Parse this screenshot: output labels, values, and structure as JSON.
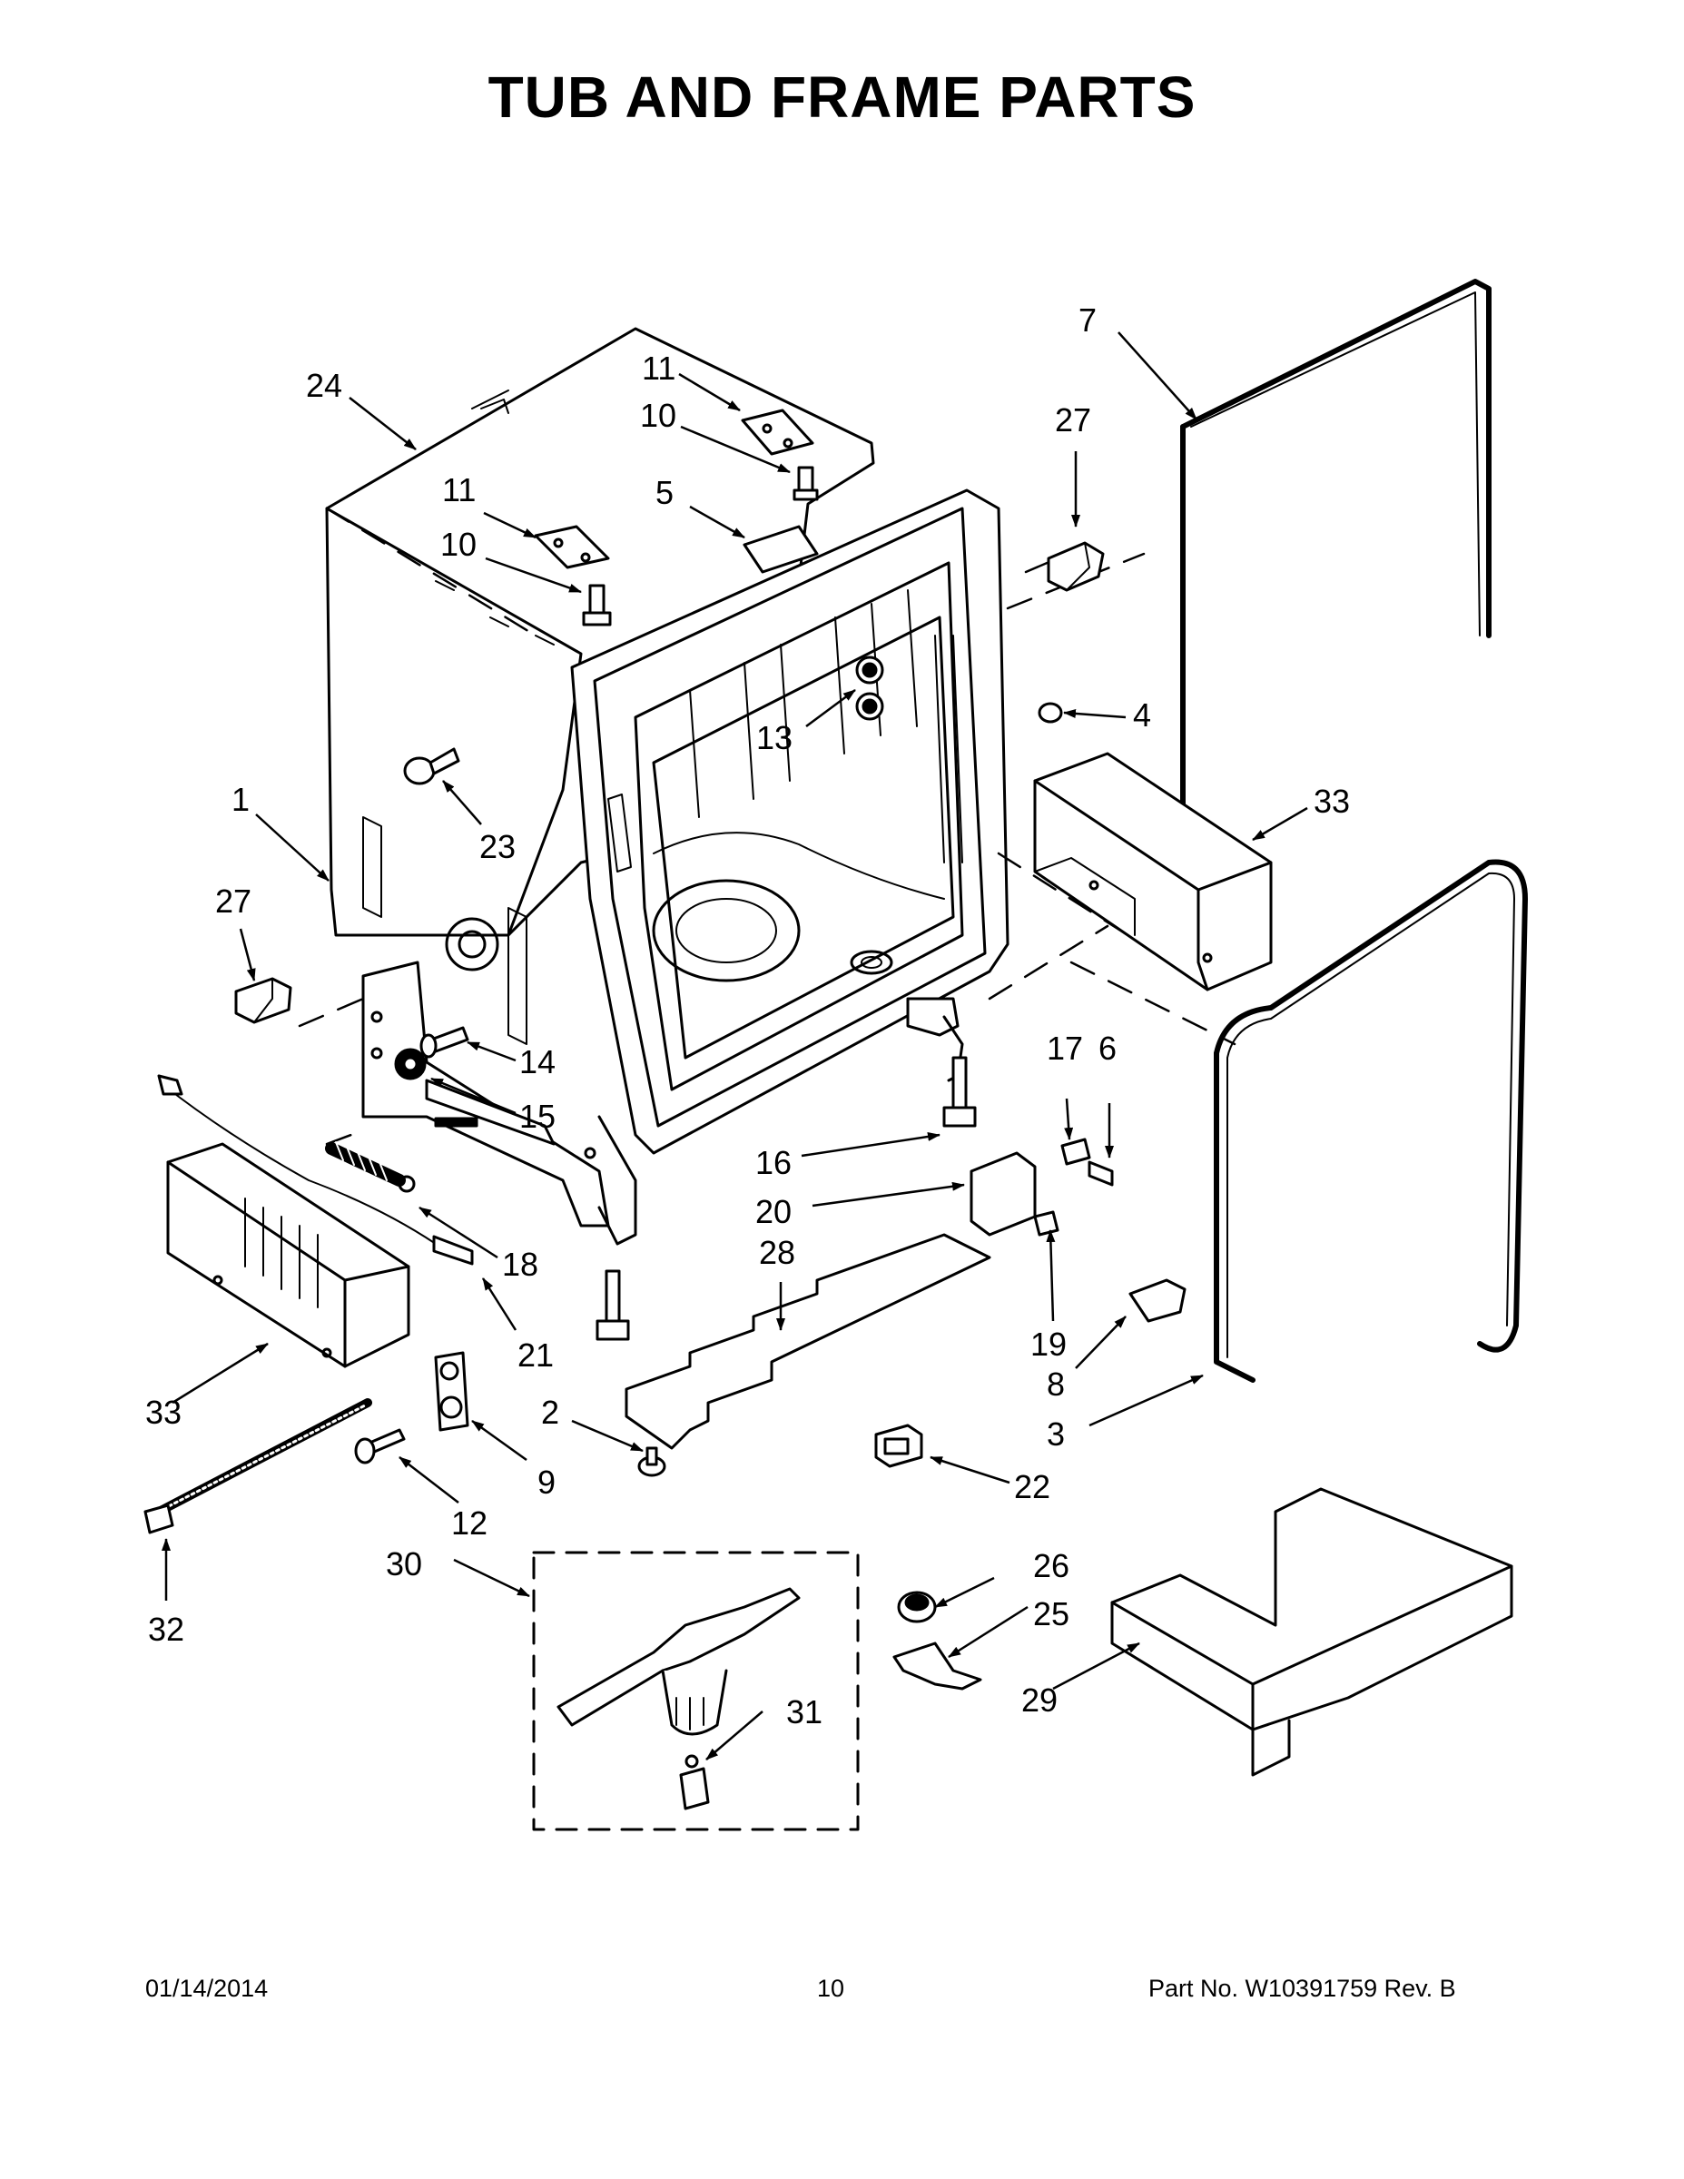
{
  "title": "TUB AND FRAME PARTS",
  "footer": {
    "date": "01/14/2014",
    "page_number": "10",
    "part_number": "Part No.  W10391759  Rev.  B"
  },
  "callouts": {
    "c24": "24",
    "c11a": "11",
    "c10a": "10",
    "c5": "5",
    "c11b": "11",
    "c10b": "10",
    "c7": "7",
    "c27a": "27",
    "c4": "4",
    "c13": "13",
    "c33a": "33",
    "c1": "1",
    "c23": "23",
    "c27b": "27",
    "c14": "14",
    "c15": "15",
    "c17": "17",
    "c6": "6",
    "c16": "16",
    "c20": "20",
    "c28": "28",
    "c18": "18",
    "c21": "21",
    "c19": "19",
    "c8": "8",
    "c33b": "33",
    "c2": "2",
    "c3": "3",
    "c9": "9",
    "c22": "22",
    "c12": "12",
    "c32": "32",
    "c30": "30",
    "c26": "26",
    "c25": "25",
    "c31": "31",
    "c29": "29"
  }
}
